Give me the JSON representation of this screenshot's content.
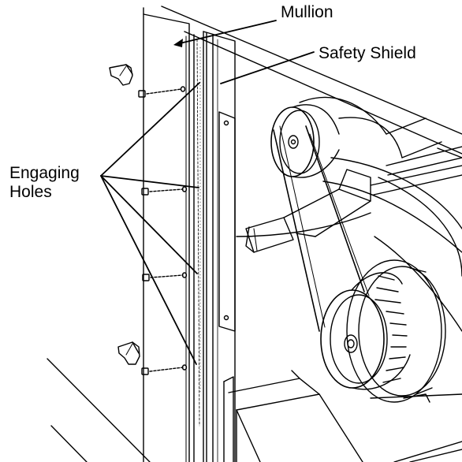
{
  "labels": {
    "mullion": "Mullion",
    "safety_shield": "Safety Shield",
    "engaging_line1": "Engaging",
    "engaging_line2": "Holes"
  }
}
